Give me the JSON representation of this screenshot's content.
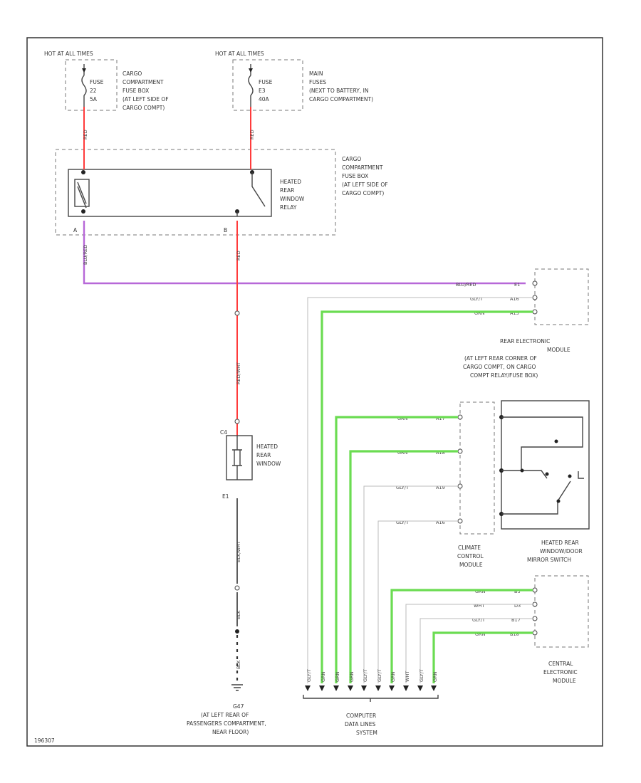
{
  "fuse_sources": [
    {
      "hot": "HOT AT ALL TIMES",
      "fuse_lines": [
        "FUSE",
        "22",
        "5A"
      ],
      "location_lines": [
        "CARGO",
        "COMPARTMENT",
        "FUSE BOX",
        "(AT LEFT SIDE OF",
        "CARGO COMPT)"
      ],
      "wire": "RED"
    },
    {
      "hot": "HOT AT ALL TIMES",
      "fuse_lines": [
        "FUSE",
        "E3",
        "40A"
      ],
      "location_lines": [
        "MAIN",
        "FUSES",
        "(NEXT TO BATTERY, IN",
        "CARGO COMPARTMENT)"
      ],
      "wire": "RED"
    }
  ],
  "relay": {
    "name_lines": [
      "HEATED",
      "REAR",
      "WINDOW",
      "RELAY"
    ],
    "box_lines": [
      "CARGO",
      "COMPARTMENT",
      "FUSE BOX",
      "(AT LEFT SIDE OF",
      "CARGO COMPT)"
    ],
    "pin_left": "A",
    "pin_right": "B"
  },
  "wires": {
    "purple": "BLU/RED",
    "relay_out": "RED",
    "to_window": "RED/WHT",
    "ground_1": "BLK/WHT",
    "ground_2": "BLK",
    "ground_3": "BLK"
  },
  "connectors": {
    "heated_rear_window_top": "C4",
    "heated_rear_window_bottom": "E1"
  },
  "heated_rear_window": {
    "name_lines": [
      "HEATED",
      "REAR",
      "WINDOW"
    ]
  },
  "ground": {
    "name_lines": [
      "G47",
      "(AT LEFT REAR OF",
      "PASSENGERS COMPARTMENT,",
      "NEAR FLOOR)"
    ]
  },
  "rear_module": {
    "pins": [
      {
        "wire": "BLU/RED",
        "pin": "E1"
      },
      {
        "wire": "GLY/T",
        "pin": "A16"
      },
      {
        "wire": "GRN",
        "pin": "A15"
      }
    ],
    "name_lines": [
      "REAR ELECTRONIC",
      "MODULE",
      "(AT LEFT REAR CORNER OF",
      "CARGO COMPT, ON CARGO",
      "COMPT RELAY/FUSE BOX)"
    ]
  },
  "climate_module": {
    "pins": [
      {
        "wire": "GRN",
        "pin": "A17"
      },
      {
        "wire": "GRN",
        "pin": "A18"
      },
      {
        "wire": "GLY/T",
        "pin": "A19"
      },
      {
        "wire": "GLY/T",
        "pin": "A16"
      }
    ],
    "name_lines": [
      "CLIMATE",
      "CONTROL",
      "MODULE"
    ]
  },
  "switch": {
    "name_lines": [
      "HEATED REAR",
      "WINDOW/DOOR",
      "MIRROR SWITCH"
    ]
  },
  "central_module": {
    "pins": [
      {
        "wire": "GRN",
        "pin": "B3"
      },
      {
        "wire": "WHT",
        "pin": "D3"
      },
      {
        "wire": "GLY/T",
        "pin": "B17"
      },
      {
        "wire": "GRN",
        "pin": "B18"
      }
    ],
    "name_lines": [
      "CENTRAL",
      "ELECTRONIC",
      "MODULE"
    ]
  },
  "data_bus": {
    "labels": [
      "GLY/T",
      "GRN",
      "GRN",
      "GRN",
      "GLY/T",
      "GLY/T",
      "GRN",
      "WHT",
      "GLY/T",
      "GRN"
    ],
    "name_lines": [
      "COMPUTER",
      "DATA LINES",
      "SYSTEM"
    ]
  },
  "figure_id": "196307",
  "colors": {
    "red": "#ff3b3b",
    "purple": "#b768d8",
    "green": "#6bdc52",
    "white_wire": "#bbbbbb",
    "black": "#333333"
  }
}
